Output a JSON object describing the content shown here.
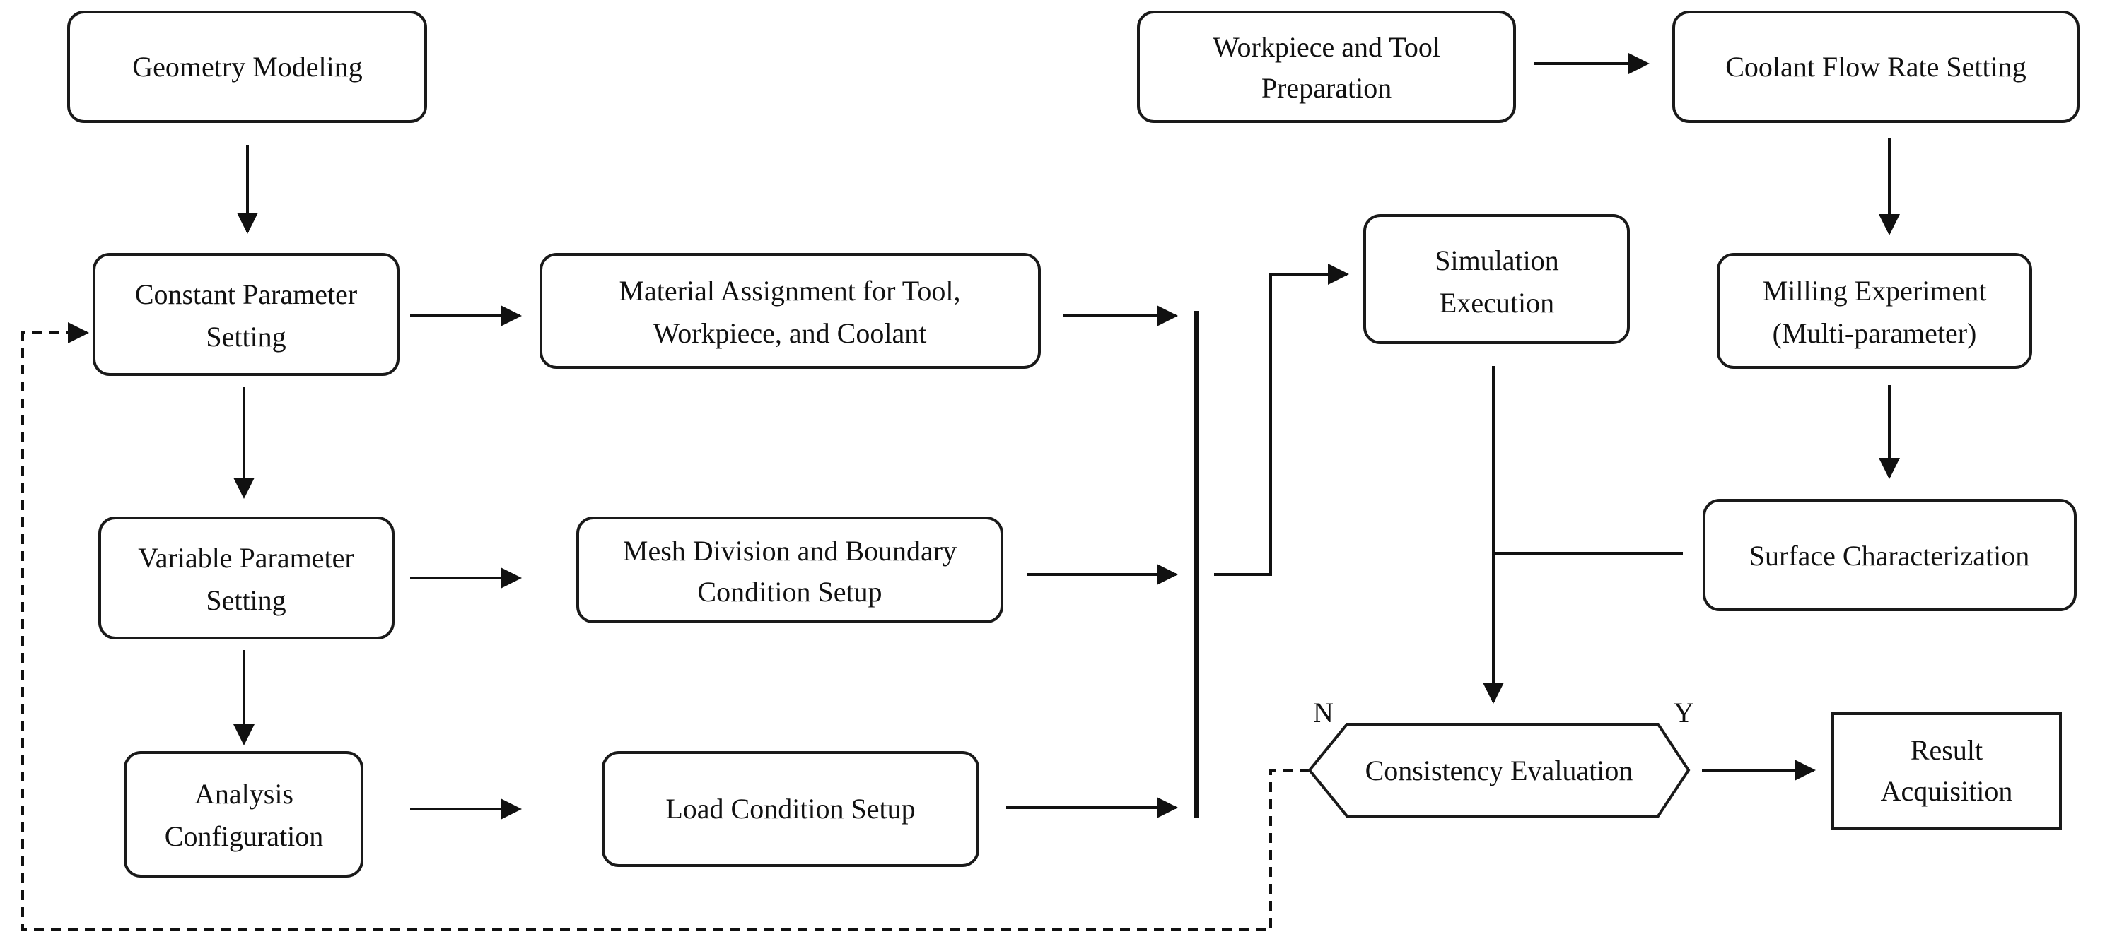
{
  "nodes": {
    "geometry_modeling": [
      "Geometry Modeling"
    ],
    "constant_parameter": [
      "Constant Parameter",
      "Setting"
    ],
    "variable_parameter": [
      "Variable Parameter",
      "Setting"
    ],
    "analysis_configuration": [
      "Analysis",
      "Configuration"
    ],
    "material_assignment": [
      "Material Assignment for Tool,",
      "Workpiece, and Coolant"
    ],
    "mesh_division": [
      "Mesh Division and Boundary",
      "Condition Setup"
    ],
    "load_condition": [
      "Load Condition Setup"
    ],
    "simulation_execution": [
      "Simulation",
      "Execution"
    ],
    "workpiece_tool_prep": [
      "Workpiece and Tool",
      "Preparation"
    ],
    "coolant_flow": [
      "Coolant Flow Rate Setting"
    ],
    "milling_experiment": [
      "Milling Experiment",
      "(Multi-parameter)"
    ],
    "surface_characterization": [
      "Surface Characterization"
    ],
    "consistency_evaluation": [
      "Consistency Evaluation"
    ],
    "result_acquisition": [
      "Result",
      "Acquisition"
    ]
  },
  "labels": {
    "no": "N",
    "yes": "Y"
  }
}
